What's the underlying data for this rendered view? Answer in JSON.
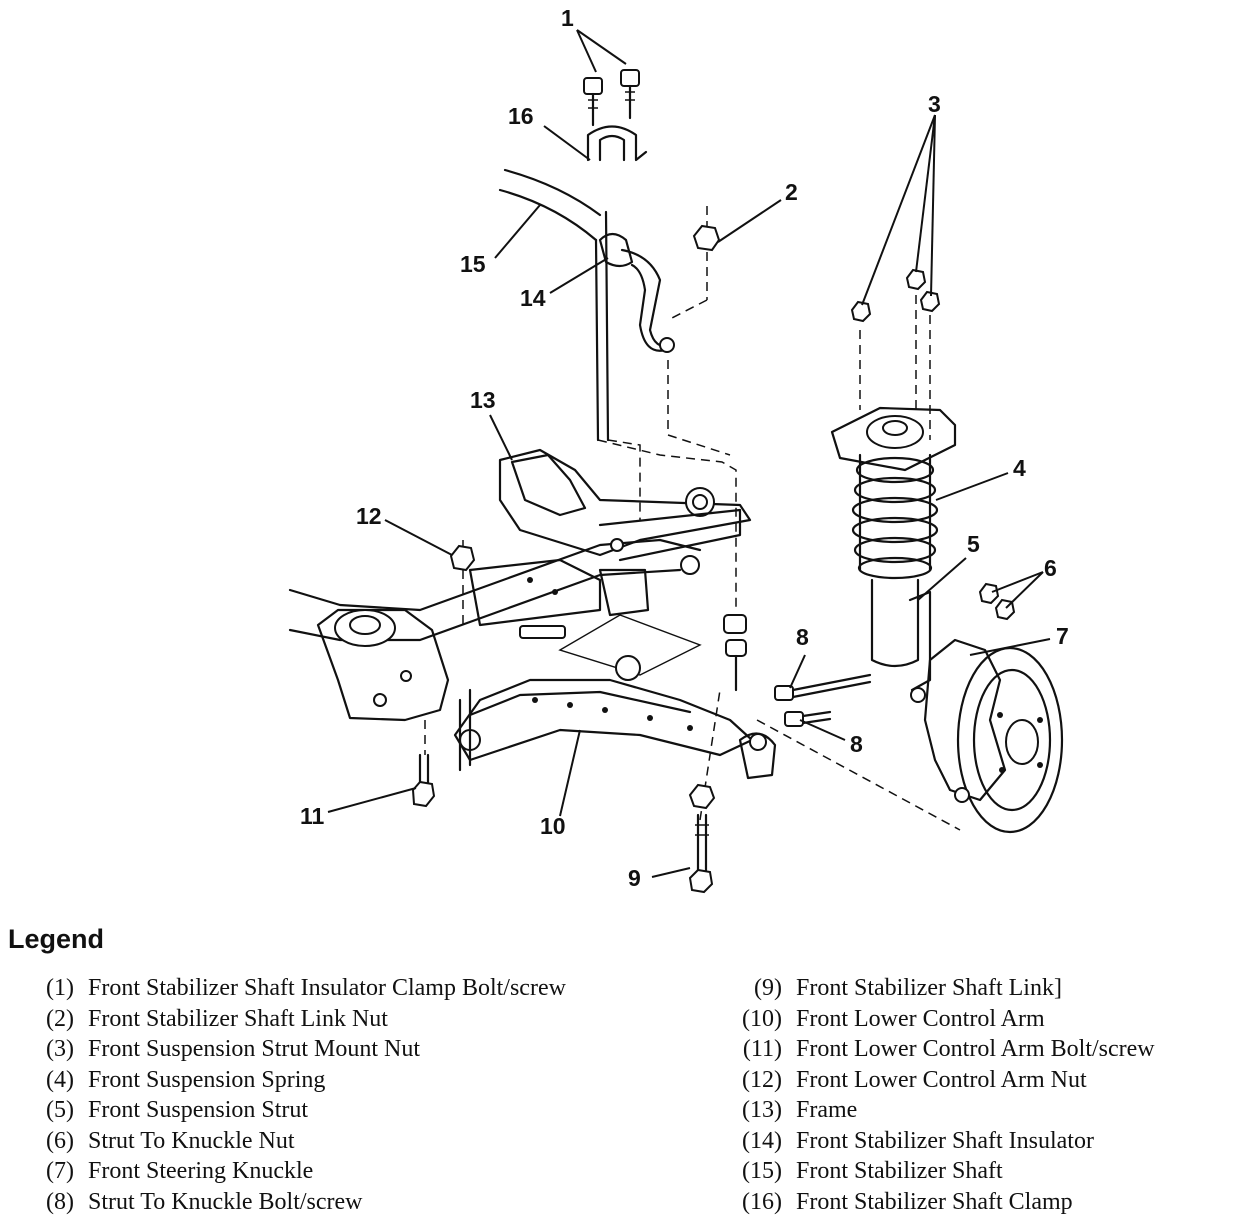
{
  "diagram": {
    "callouts": [
      "1",
      "2",
      "3",
      "4",
      "5",
      "6",
      "7",
      "8",
      "8",
      "9",
      "10",
      "11",
      "12",
      "13",
      "14",
      "15",
      "16"
    ]
  },
  "legend": {
    "title": "Legend",
    "left": [
      {
        "num": "(1)",
        "text": "Front Stabilizer Shaft Insulator Clamp Bolt/screw"
      },
      {
        "num": "(2)",
        "text": "Front Stabilizer Shaft Link Nut"
      },
      {
        "num": "(3)",
        "text": "Front Suspension Strut Mount Nut"
      },
      {
        "num": "(4)",
        "text": "Front Suspension Spring"
      },
      {
        "num": "(5)",
        "text": "Front Suspension Strut"
      },
      {
        "num": "(6)",
        "text": "Strut To Knuckle Nut"
      },
      {
        "num": "(7)",
        "text": "Front Steering Knuckle"
      },
      {
        "num": "(8)",
        "text": "Strut To Knuckle Bolt/screw"
      }
    ],
    "right": [
      {
        "num": "(9)",
        "text": "Front Stabilizer Shaft Link]"
      },
      {
        "num": "(10)",
        "text": "Front Lower Control Arm"
      },
      {
        "num": "(11)",
        "text": "Front Lower Control Arm Bolt/screw"
      },
      {
        "num": "(12)",
        "text": "Front Lower Control Arm Nut"
      },
      {
        "num": "(13)",
        "text": "Frame"
      },
      {
        "num": "(14)",
        "text": "Front Stabilizer Shaft Insulator"
      },
      {
        "num": "(15)",
        "text": "Front Stabilizer Shaft"
      },
      {
        "num": "(16)",
        "text": "Front Stabilizer Shaft Clamp"
      }
    ]
  }
}
